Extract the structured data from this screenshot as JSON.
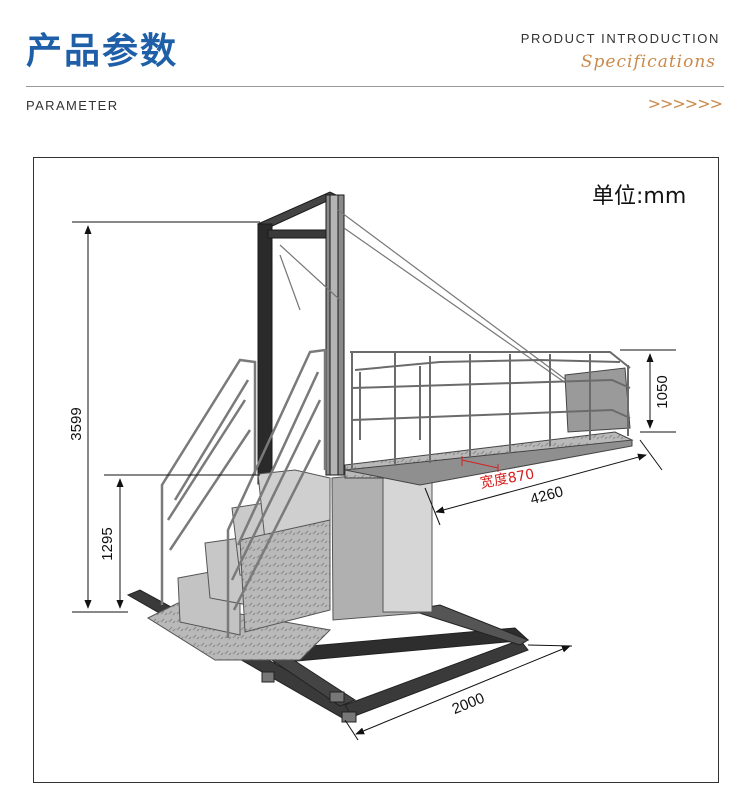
{
  "header": {
    "title": "产品参数",
    "intro": "PRODUCT INTRODUCTION",
    "script": "Specifications",
    "section": "PARAMETER",
    "chevrons": ">>>>>>"
  },
  "diagram": {
    "unit": "单位:mm",
    "dims": {
      "total_height": "3599",
      "platform_height": "1295",
      "railing_height": "1050",
      "length": "4260",
      "width": "宽度870",
      "base": "2000"
    },
    "colors": {
      "title": "#1f5fa8",
      "accent": "#c98a4b",
      "red": "#d62020"
    }
  }
}
